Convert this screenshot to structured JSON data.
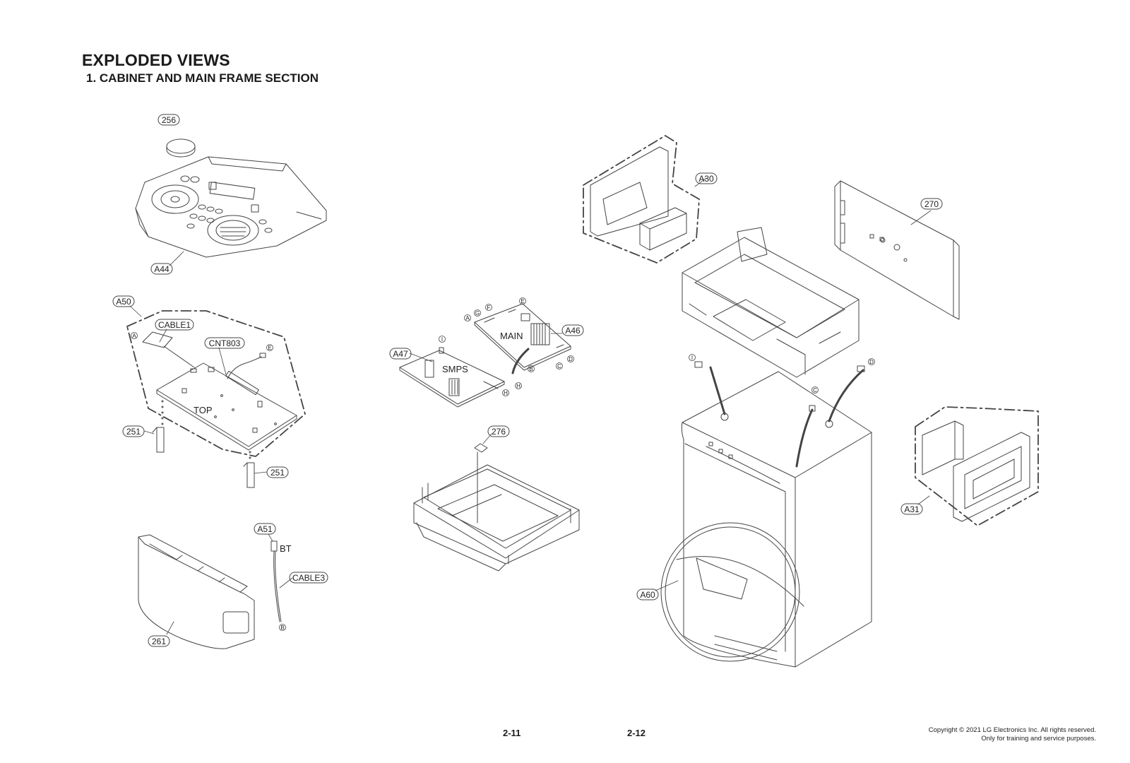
{
  "header": {
    "title": "EXPLODED VIEWS",
    "subtitle": "1. CABINET AND MAIN FRAME SECTION"
  },
  "part_labels": {
    "p256": "256",
    "a44": "A44",
    "a50": "A50",
    "cable1": "CABLE1",
    "cnt803": "CNT803",
    "p251a": "251",
    "p251b": "251",
    "a51": "A51",
    "cable3": "CABLE3",
    "p261": "261",
    "a47": "A47",
    "a46": "A46",
    "p276": "276",
    "a30": "A30",
    "p270": "270",
    "a31": "A31",
    "a60": "A60"
  },
  "board_labels": {
    "top": "TOP",
    "main": "MAIN",
    "smps": "SMPS",
    "bt": "BT"
  },
  "connector_letters": {
    "a1": "A",
    "e1": "E",
    "b1": "B",
    "i1": "I",
    "h1": "H",
    "a2": "A",
    "g2": "G",
    "f2": "F",
    "e2": "E",
    "d2": "D",
    "c2": "C",
    "b2": "B",
    "h2": "H",
    "i3": "I",
    "c3": "C",
    "d3": "D"
  },
  "footer": {
    "page_left": "2-11",
    "page_right": "2-12",
    "copyright": "Copyright © 2021 LG Electronics Inc. All rights reserved.",
    "notice": "Only for training and service purposes."
  }
}
